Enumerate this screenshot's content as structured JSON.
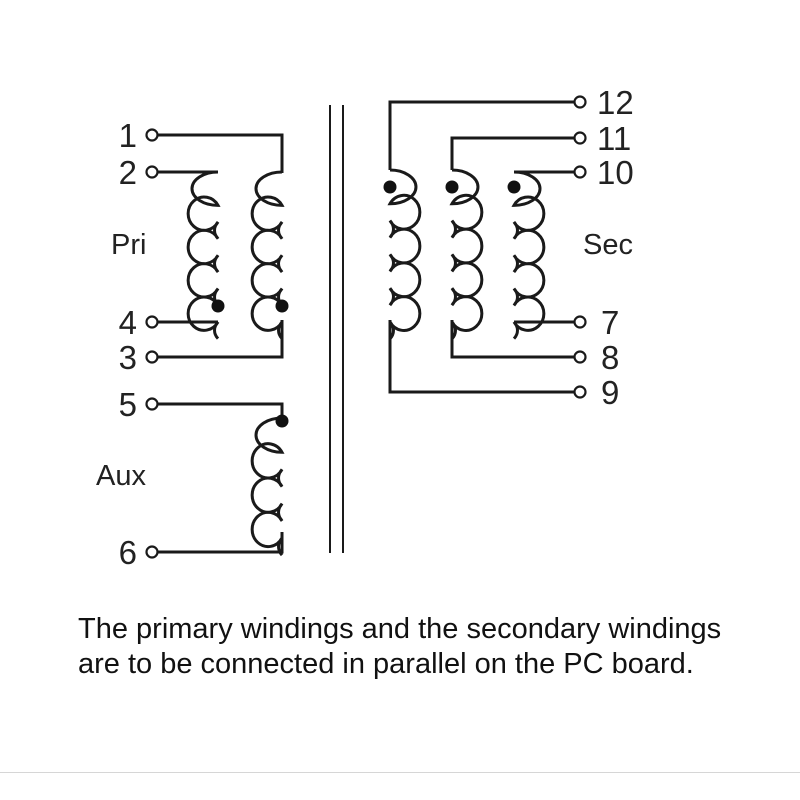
{
  "pins": {
    "p1": "1",
    "p2": "2",
    "p3": "3",
    "p4": "4",
    "p5": "5",
    "p6": "6",
    "p7": "7",
    "p8": "8",
    "p9": "9",
    "p10": "10",
    "p11": "11",
    "p12": "12"
  },
  "labels": {
    "primary": "Pri",
    "secondary": "Sec",
    "auxiliary": "Aux"
  },
  "note": "The primary windings and the secondary windings are to be connected in parallel on the PC board."
}
